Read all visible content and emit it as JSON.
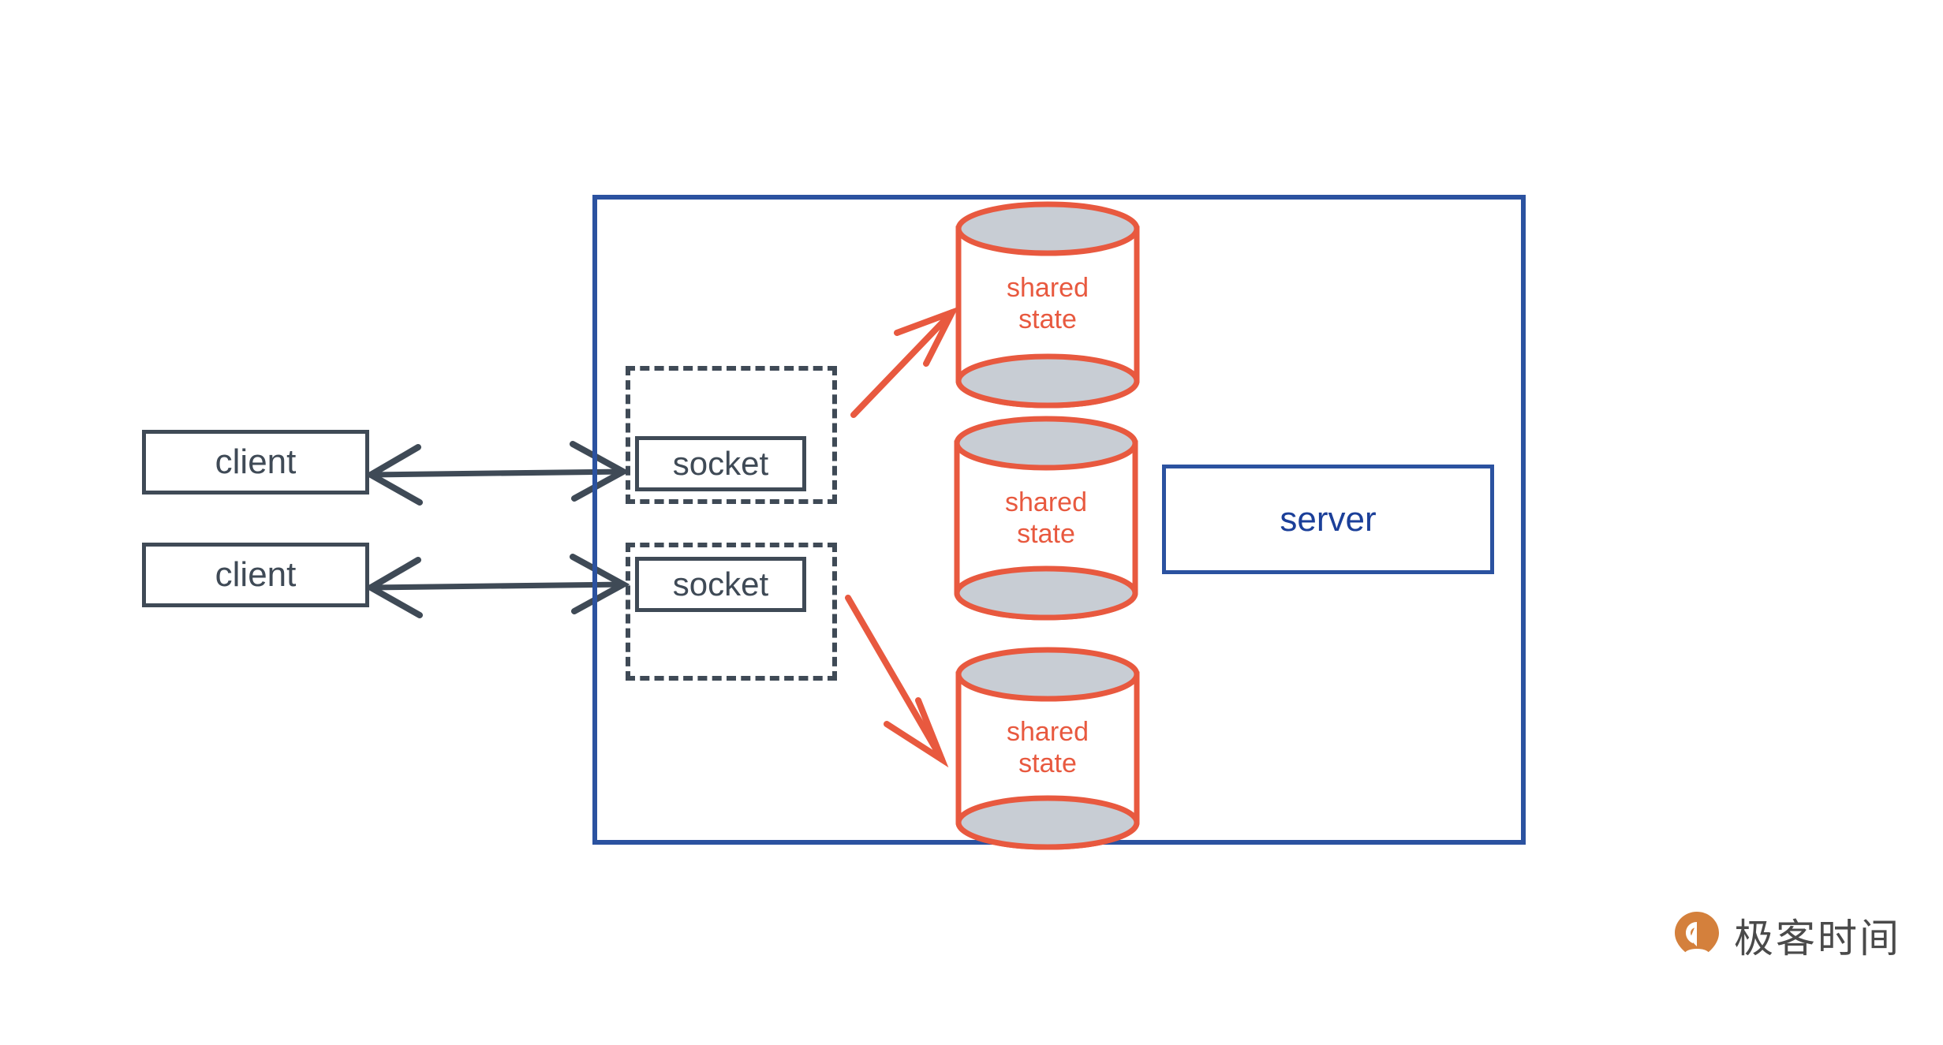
{
  "diagram": {
    "title": "client socket shared state server diagram",
    "colors": {
      "slate": "#3f4a56",
      "orange": "#e8593f",
      "blue_border": "#2b52a0",
      "blue_text": "#1b3f99",
      "cylinder_fill": "#c8cdd4",
      "background": "#ffffff",
      "watermark_orange": "#d4803c",
      "watermark_text": "#4a4a4a"
    },
    "clients": [
      {
        "label": "client"
      },
      {
        "label": "client"
      }
    ],
    "sockets": [
      {
        "label": "socket"
      },
      {
        "label": "socket"
      }
    ],
    "shared_states": [
      {
        "label": "shared\nstate"
      },
      {
        "label": "shared\nstate"
      },
      {
        "label": "shared\nstate"
      }
    ],
    "server": {
      "label": "server"
    },
    "connections": [
      {
        "from": "client-1",
        "to": "socket-1",
        "style": "double-arrow",
        "color": "#3f4a56"
      },
      {
        "from": "client-2",
        "to": "socket-2",
        "style": "double-arrow",
        "color": "#3f4a56"
      },
      {
        "from": "socket-1",
        "to": "shared-state-1",
        "style": "single-arrow",
        "color": "#e8593f"
      },
      {
        "from": "socket-2",
        "to": "shared-state-3",
        "style": "single-arrow",
        "color": "#e8593f"
      }
    ],
    "icons": {
      "cylinder": "database-cylinder-icon",
      "arrow_double": "double-headed-arrow-icon",
      "arrow_single": "arrow-icon",
      "watermark_pin": "geektime-pin-logo-icon"
    }
  },
  "watermark": {
    "text": "极客时间"
  }
}
